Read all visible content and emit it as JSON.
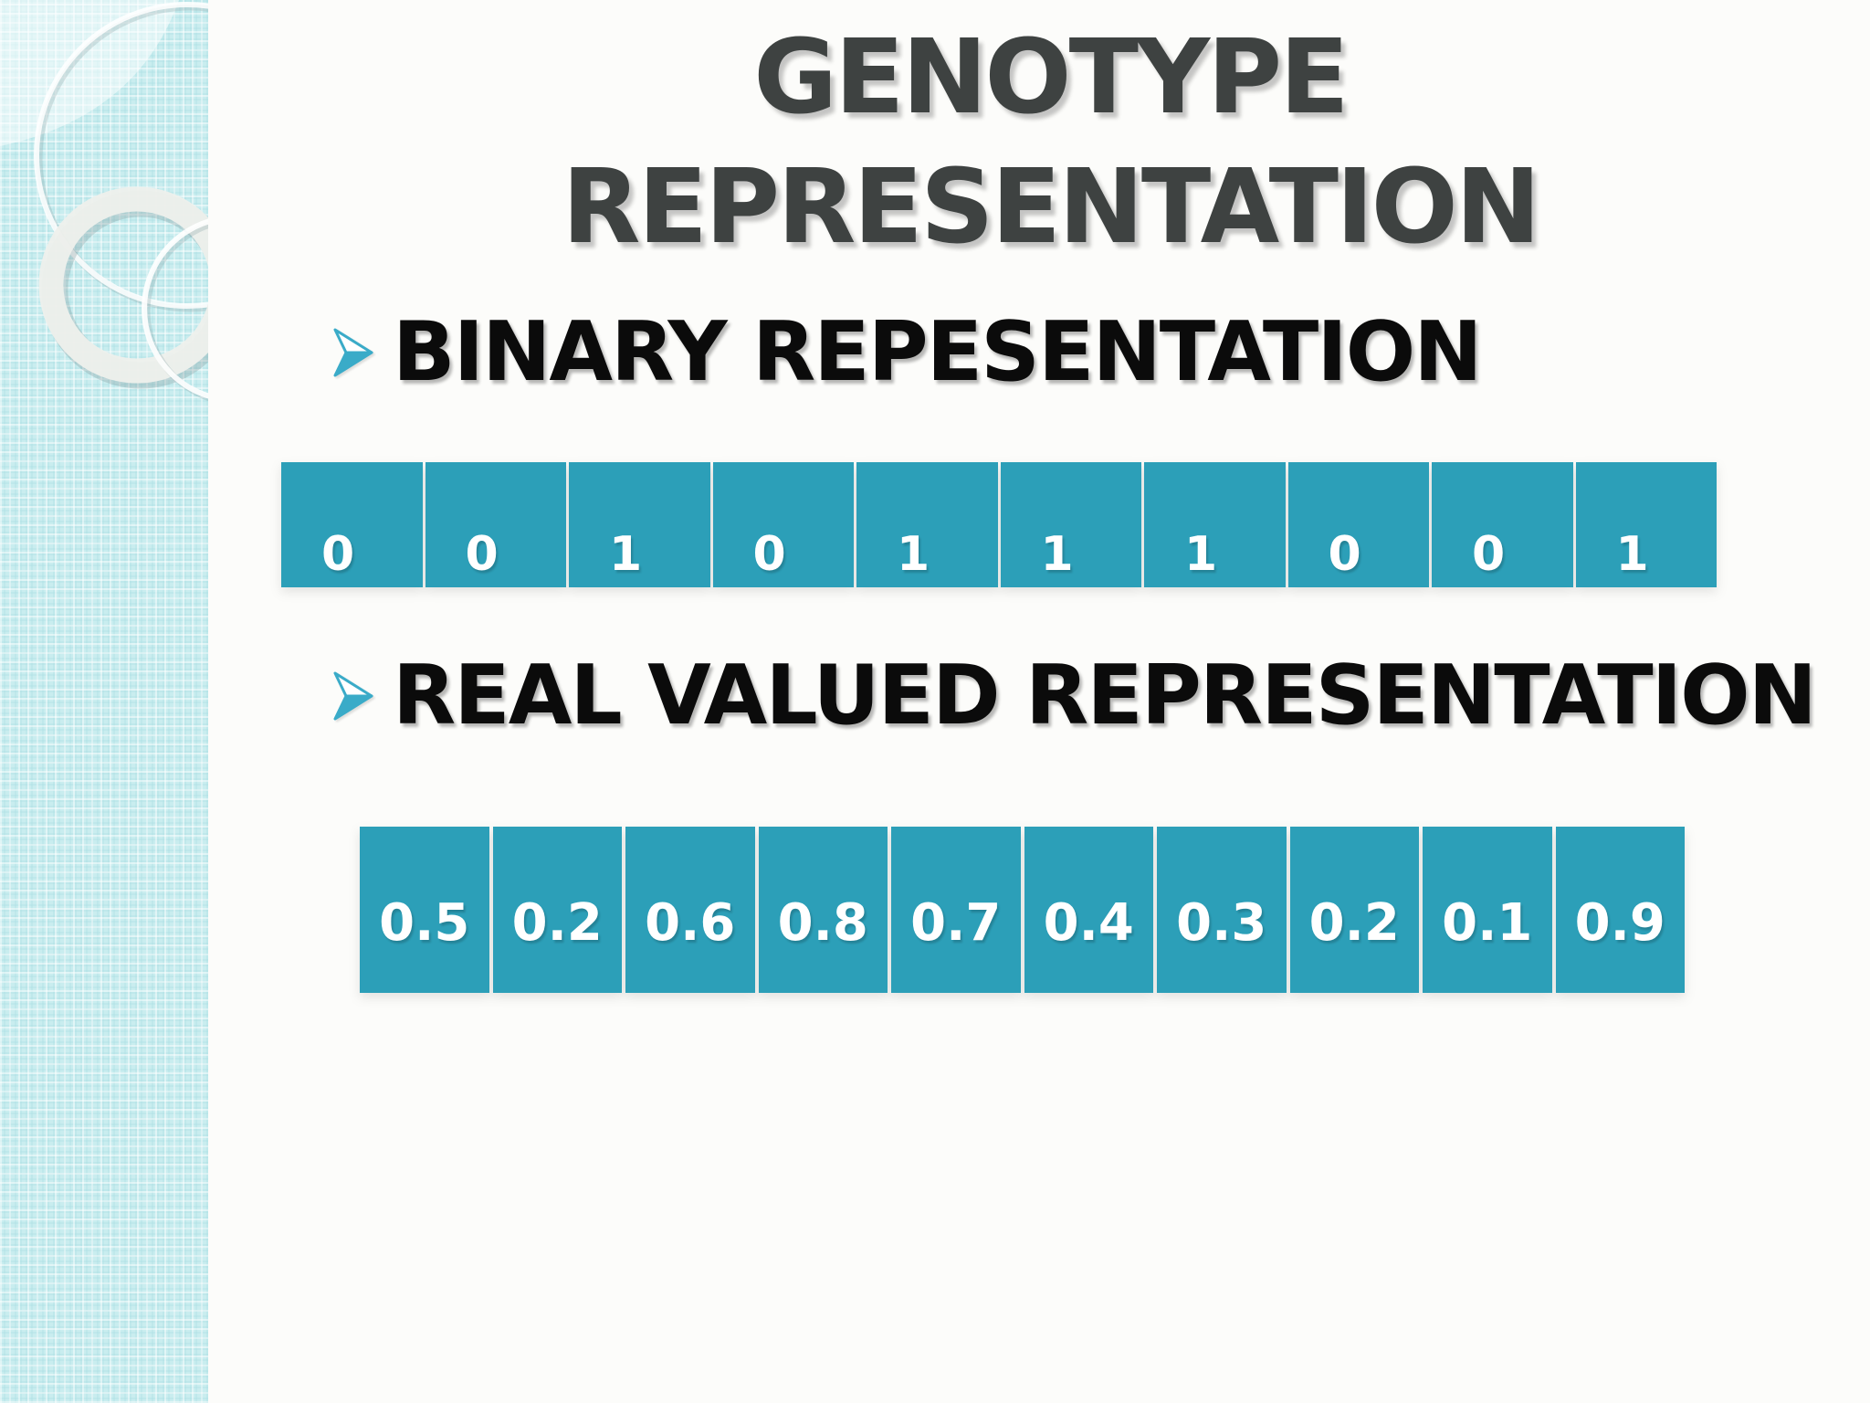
{
  "slide": {
    "title": {
      "line1": "GENOTYPE",
      "line2": "REPRESENTATION"
    },
    "bullets": [
      {
        "label": "BINARY REPESENTATION"
      },
      {
        "label": "REAL VALUED REPRESENTATION"
      }
    ],
    "binary_row": [
      "0",
      "0",
      "1",
      "0",
      "1",
      "1",
      "1",
      "0",
      "0",
      "1"
    ],
    "real_row": [
      "0.5",
      "0.2",
      "0.6",
      "0.8",
      "0.7",
      "0.4",
      "0.3",
      "0.2",
      "0.1",
      "0.9"
    ],
    "colors": {
      "cell_fill": "#2c9fb8",
      "title_text": "#3e4241",
      "body_text": "#0b0b0b",
      "bullet_arrow": "#3aabc8",
      "sidebar_base": "#c9edef",
      "page_background": "#fcfcfa"
    }
  }
}
